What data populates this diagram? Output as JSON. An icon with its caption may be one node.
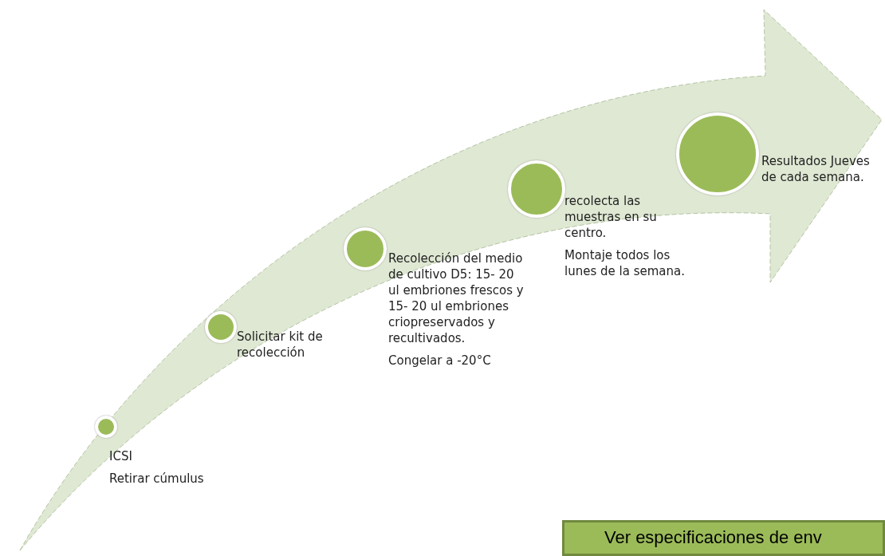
{
  "diagram": {
    "nodes": [
      {
        "text": [],
        "shape": "circle",
        "beside": [
          "ICSI",
          "Retirar cúmulus"
        ]
      },
      {
        "text": [],
        "shape": "circle",
        "beside": [
          "Solicitar kit de recolección"
        ]
      },
      {
        "text": [],
        "shape": "circle",
        "beside": [
          "Recolección del medio de cultivo D5: 15- 20 ul embriones frescos y 15- 20 ul embriones criopreservados y recultivados.",
          "Congelar a -20°C"
        ]
      },
      {
        "text": [],
        "shape": "circle",
        "beside": [
          "recolecta las muestras en su centro.",
          "Montaje todos los lunes de la semana."
        ]
      },
      {
        "text": [],
        "shape": "circle",
        "beside": [
          "Resultados Jueves de cada semana."
        ]
      },
      {
        "text": [
          "Ver especificaciones de env"
        ]
      }
    ],
    "edges": []
  }
}
